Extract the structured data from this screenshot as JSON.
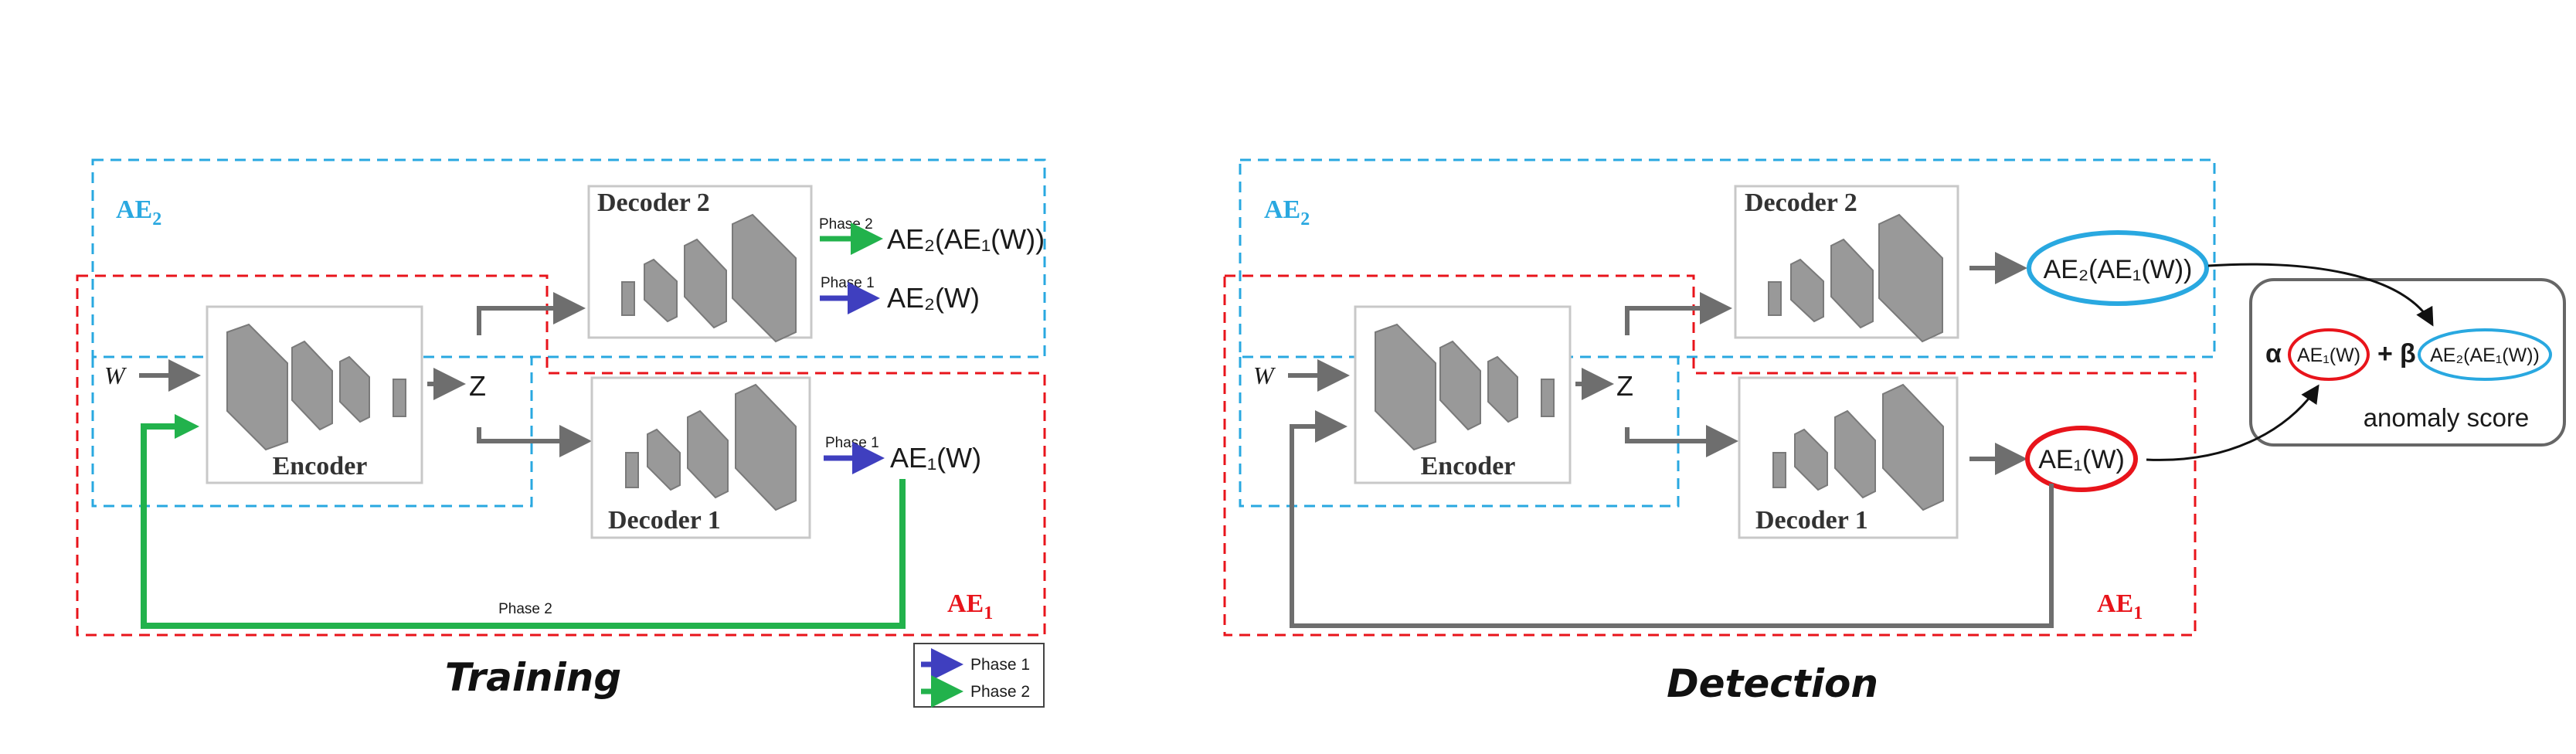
{
  "training": {
    "caption": "Training",
    "ae2_label": "AE",
    "ae2_sub": "2",
    "ae1_label": "AE",
    "ae1_sub": "1",
    "input": "W",
    "z": "Z",
    "encoder": "Encoder",
    "decoder2": "Decoder 2",
    "decoder1": "Decoder 1",
    "phase2_top": "Phase 2",
    "phase1_top": "Phase 1",
    "phase1_bottom": "Phase 1",
    "phase2_feedback": "Phase 2",
    "out_ae2ae1": "AE₂(AE₁(W))",
    "out_ae2": "AE₂(W)",
    "out_ae1": "AE₁(W)"
  },
  "legend": {
    "phase1": "Phase 1",
    "phase2": "Phase 2"
  },
  "detection": {
    "caption": "Detection",
    "ae2_label": "AE",
    "ae2_sub": "2",
    "ae1_label": "AE",
    "ae1_sub": "1",
    "input": "W",
    "z": "Z",
    "encoder": "Encoder",
    "decoder2": "Decoder 2",
    "decoder1": "Decoder 1",
    "out_ae2ae1": "AE₂(AE₁(W))",
    "out_ae1": "AE₁(W)",
    "alpha": "α",
    "plus": "+",
    "beta": "β",
    "score_ae1": "AE₁(W)",
    "score_ae2ae1": "AE₂(AE₁(W))",
    "score_label": "anomaly score"
  },
  "colors": {
    "ae2_box": "#29a8e0",
    "ae1_box": "#e8141b",
    "phase1_arrow": "#3f3fbf",
    "phase2_arrow": "#22b24c",
    "flow_arrow": "#6e6e6e",
    "layer_block": "#999999",
    "text": "#1a1a1a"
  }
}
